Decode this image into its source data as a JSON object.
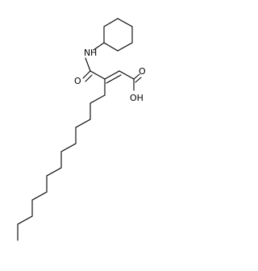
{
  "molecule": {
    "atoms": {
      "nh": "N",
      "nh_h": "H",
      "amide_o": "O",
      "acid_o": "O",
      "acid_oh": "OH"
    },
    "colors": {
      "bond": "#000000",
      "text": "#000000",
      "background": "#ffffff"
    }
  }
}
